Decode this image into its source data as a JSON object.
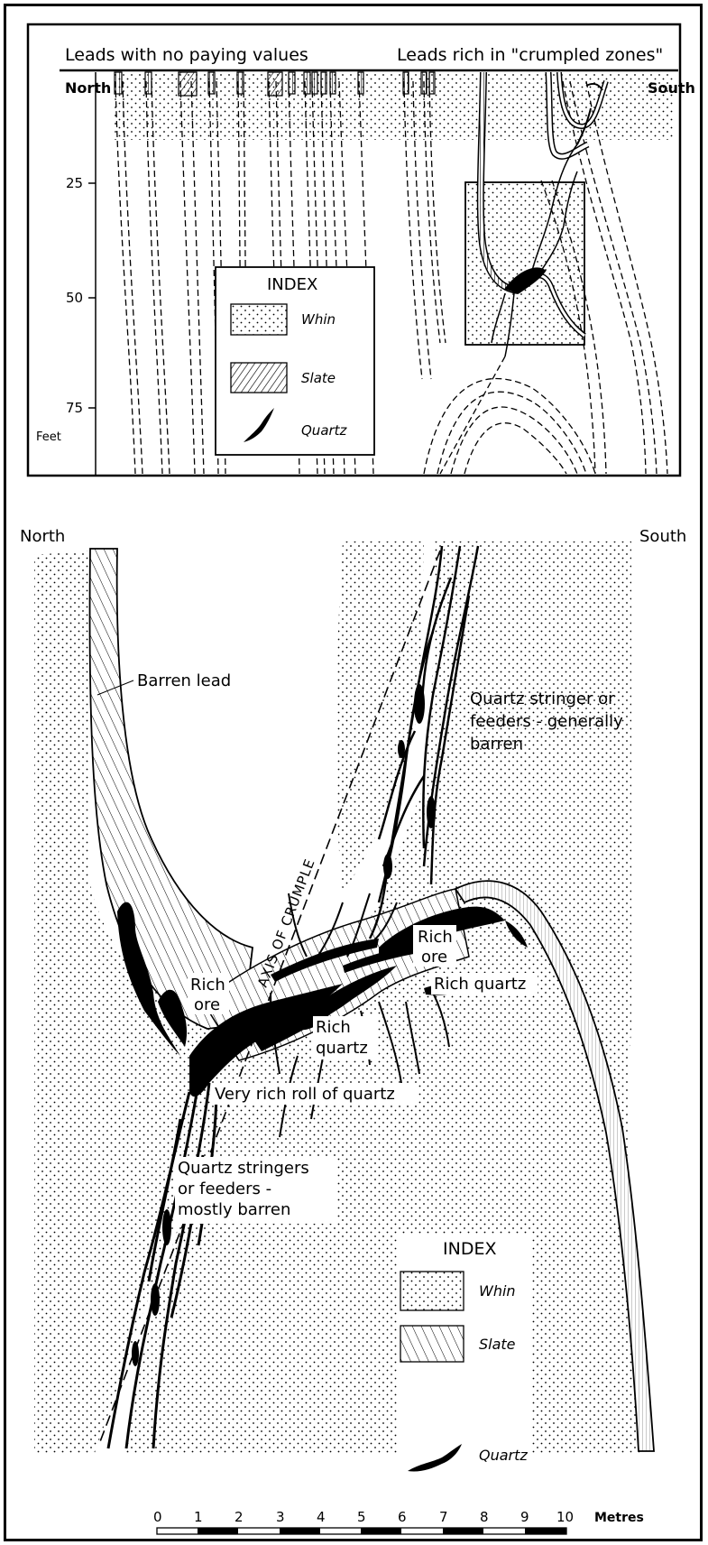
{
  "upper": {
    "header_left": "Leads with no paying values",
    "header_right": "Leads rich in \"crumpled zones\"",
    "north": "North",
    "south": "South",
    "depth_ticks": [
      "25",
      "50",
      "75"
    ],
    "depth_unit": "Feet",
    "index": {
      "title": "INDEX",
      "items": [
        {
          "label": "Whin",
          "pattern": "dots"
        },
        {
          "label": "Slate",
          "pattern": "hatch"
        },
        {
          "label": "Quartz",
          "pattern": "solid"
        }
      ]
    }
  },
  "lower": {
    "north": "North",
    "south": "South",
    "labels": {
      "barren_lead": "Barren lead",
      "stringer_1": "Quartz stringer or",
      "stringer_2": "feeders - generally",
      "stringer_3": "barren",
      "axis": "AXIS OF CRUMPLE",
      "rich_ore_left_1": "Rich",
      "rich_ore_left_2": "ore",
      "rich_ore_right_1": "Rich",
      "rich_ore_right_2": "ore",
      "rich_quartz_right": "Rich quartz",
      "rich_quartz_mid_1": "Rich",
      "rich_quartz_mid_2": "quartz",
      "very_rich": "Very rich roll of quartz",
      "stringers_low_1": "Quartz stringers",
      "stringers_low_2": "or feeders -",
      "stringers_low_3": "mostly barren"
    },
    "index": {
      "title": "INDEX",
      "items": [
        {
          "label": "Whin",
          "pattern": "dots"
        },
        {
          "label": "Slate",
          "pattern": "hatch"
        },
        {
          "label": "Quartz",
          "pattern": "solid"
        }
      ]
    },
    "scale": {
      "ticks": [
        "0",
        "1",
        "2",
        "3",
        "4",
        "5",
        "6",
        "7",
        "8",
        "9",
        "10"
      ],
      "unit": "Metres"
    }
  }
}
